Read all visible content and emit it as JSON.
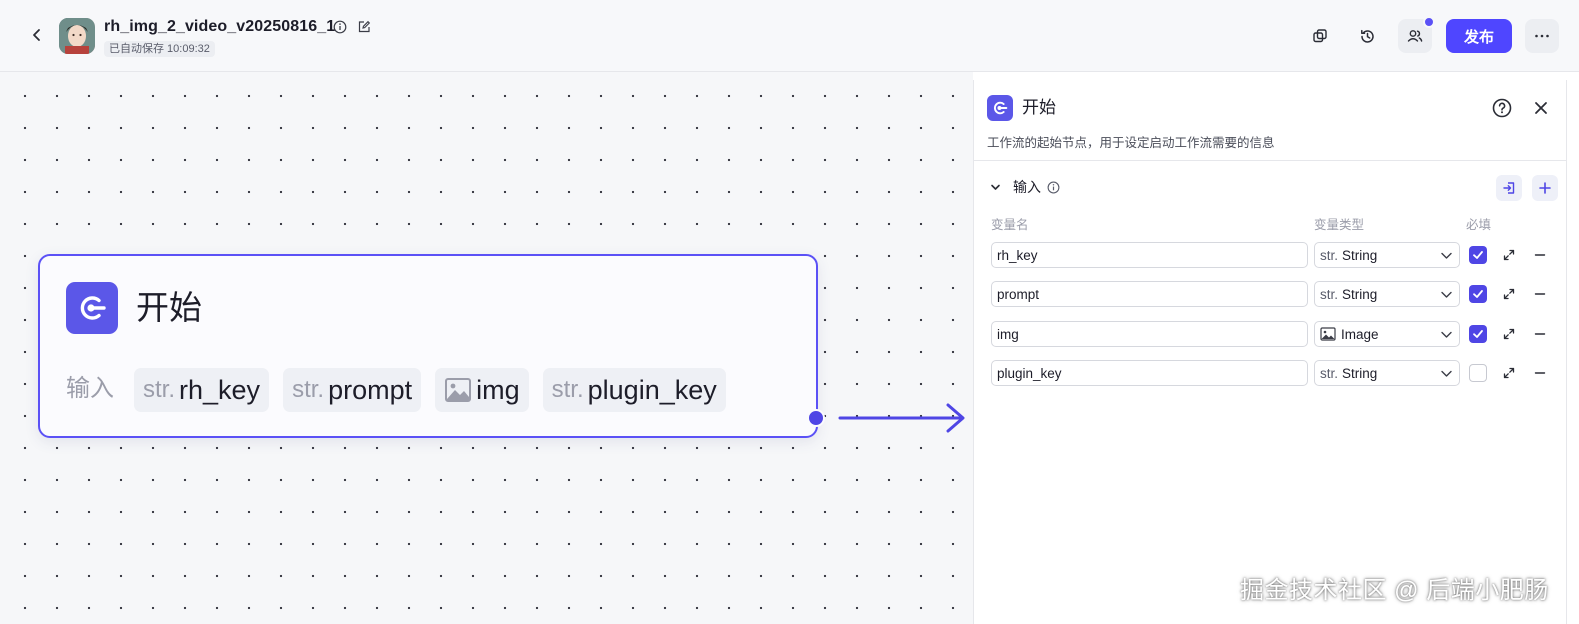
{
  "header": {
    "app_title": "rh_img_2_video_v20250816_1",
    "autosave_text": "已自动保存 10:09:32",
    "publish_label": "发布"
  },
  "node": {
    "title": "开始",
    "input_label": "输入",
    "inputs": [
      {
        "type": "str.",
        "name": "rh_key"
      },
      {
        "type": "str.",
        "name": "prompt"
      },
      {
        "type": "image-icon",
        "name": "img"
      },
      {
        "type": "str.",
        "name": "plugin_key"
      }
    ]
  },
  "panel": {
    "title": "开始",
    "description": "工作流的起始节点，用于设定启动工作流需要的信息",
    "section_title": "输入",
    "columns": {
      "name": "变量名",
      "type": "变量类型",
      "required": "必填"
    },
    "variables": [
      {
        "name": "rh_key",
        "type_prefix": "str.",
        "type": "String",
        "required": true
      },
      {
        "name": "prompt",
        "type_prefix": "str.",
        "type": "String",
        "required": true
      },
      {
        "name": "img",
        "type_prefix": "image-icon",
        "type": "Image",
        "required": true
      },
      {
        "name": "plugin_key",
        "type_prefix": "str.",
        "type": "String",
        "required": false
      }
    ]
  },
  "watermark": "掘金技术社区 @ 后端小肥肠",
  "colors": {
    "accent": "#4f46ff",
    "node_icon": "#5b57e8",
    "canvas_bg": "#f6f7f9"
  }
}
